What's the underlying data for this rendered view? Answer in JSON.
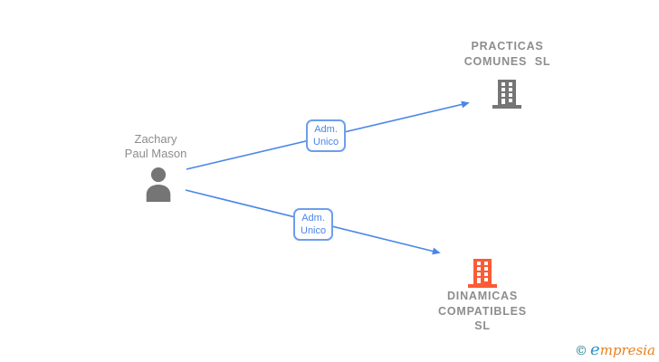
{
  "colors": {
    "edge": "#4a86e8",
    "edge_box_border": "#6d9eeb",
    "label_gray": "#8d8d8d",
    "node_gray": "#757575",
    "company_highlight": "#fb5b35"
  },
  "person": {
    "name": "Zachary\nPaul Mason",
    "icon": "person-icon"
  },
  "edges": [
    {
      "label": "Adm.\nUnico"
    },
    {
      "label": "Adm.\nUnico"
    }
  ],
  "companies": [
    {
      "name": "PRACTICAS\nCOMUNES  SL",
      "icon": "building-icon",
      "color": "#757575"
    },
    {
      "name": "DINAMICAS\nCOMPATIBLES\nSL",
      "icon": "building-icon",
      "color": "#fb5b35"
    }
  ],
  "watermark": {
    "copyright_symbol": "©",
    "brand_initial": "e",
    "brand_rest": "mpresia"
  }
}
